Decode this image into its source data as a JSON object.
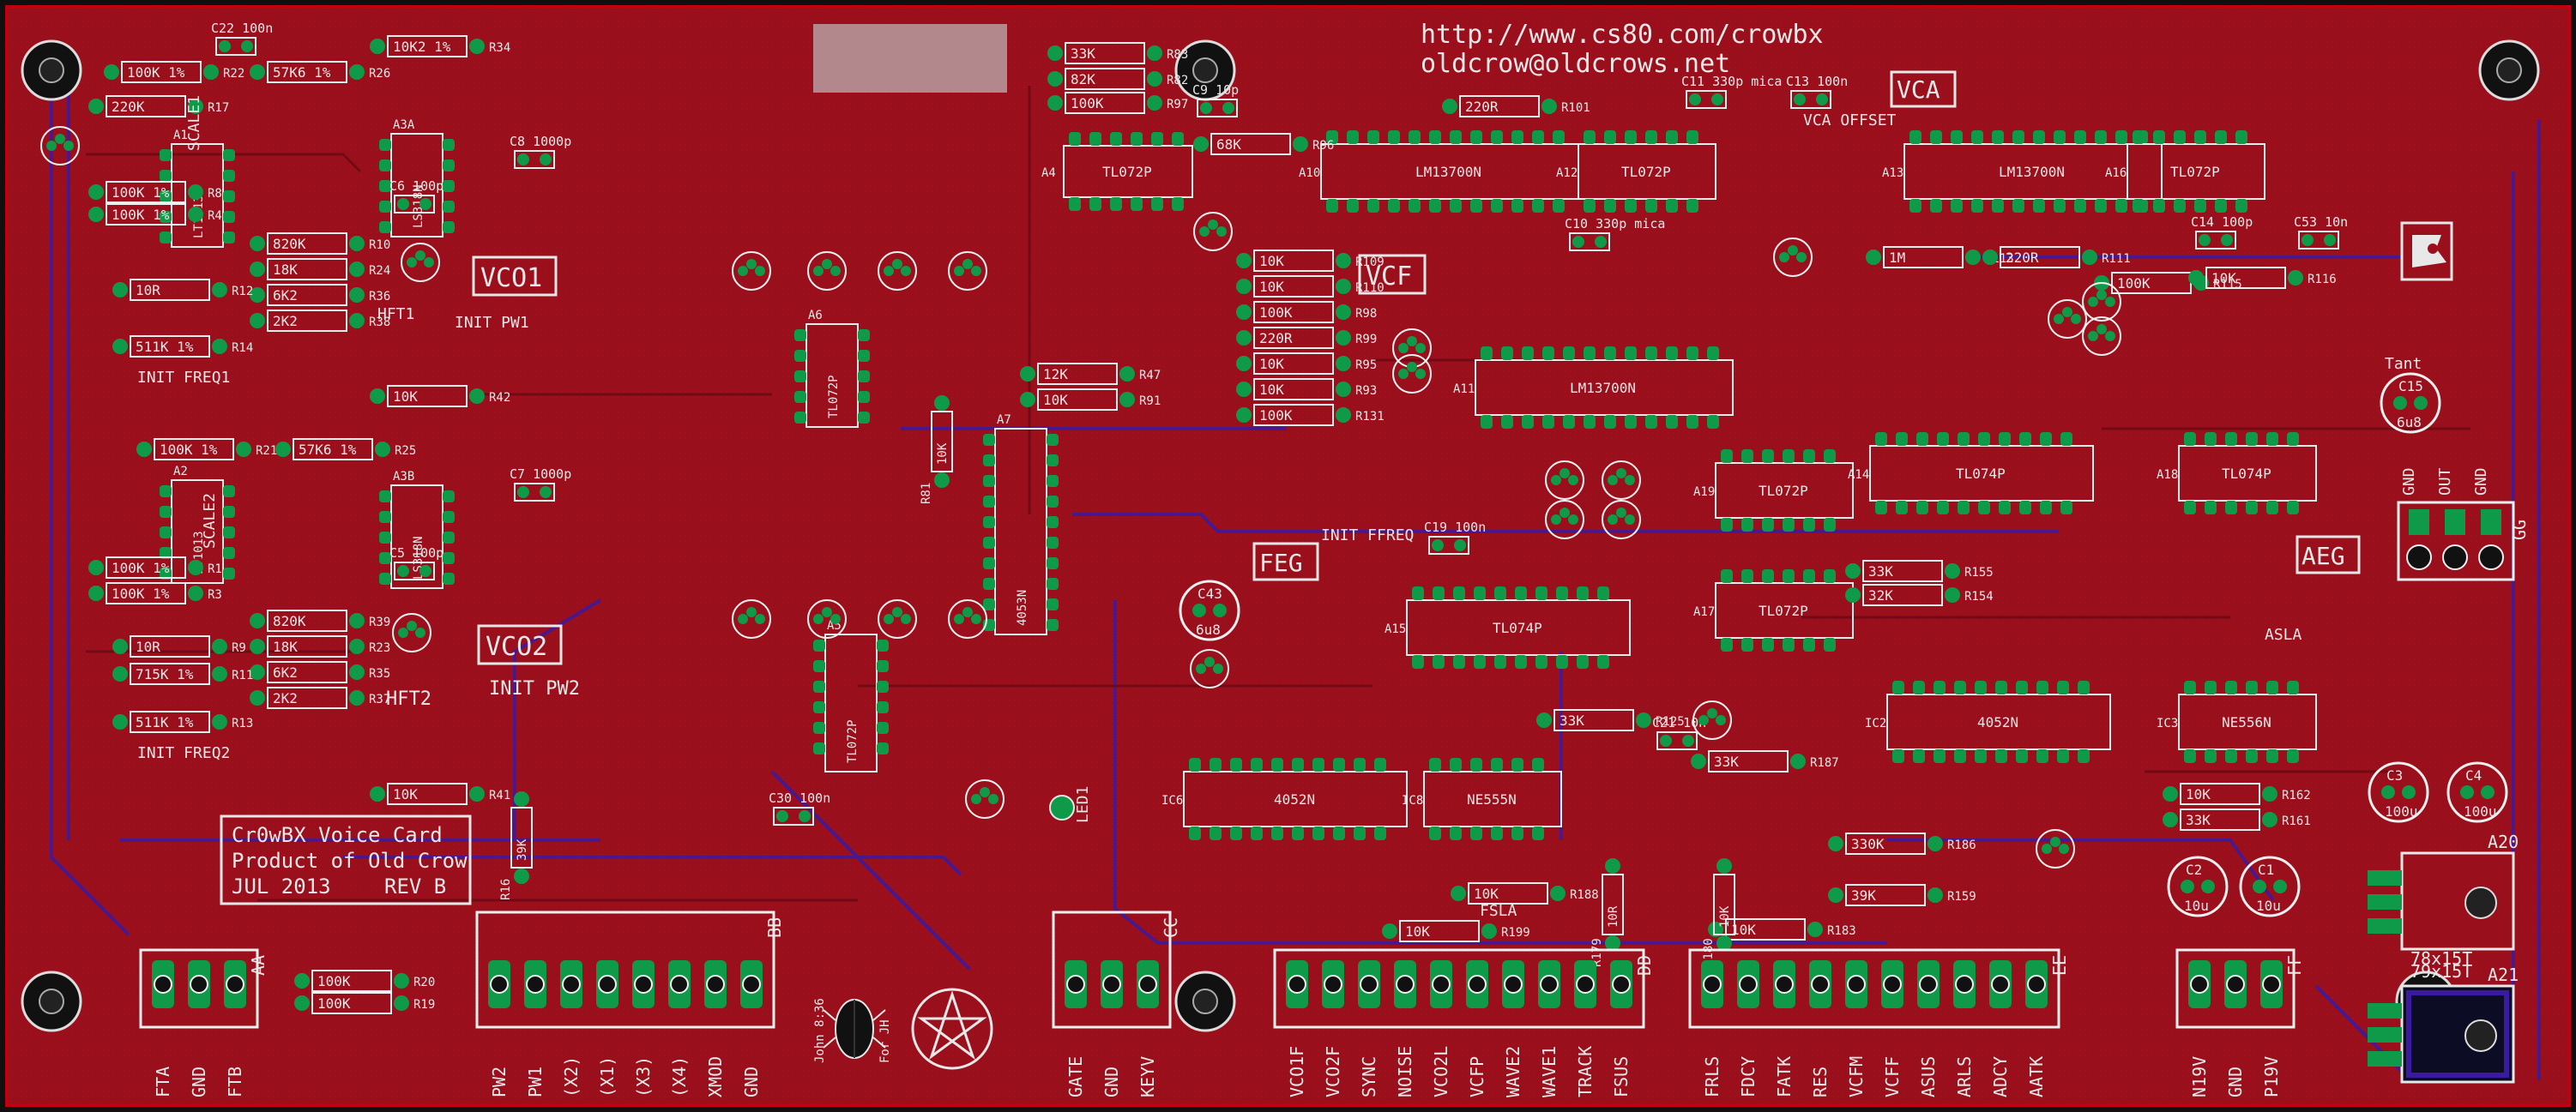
{
  "colors": {
    "board": "#9a0f1c",
    "board_edge": "#b8000d",
    "trace_top": "#8a1020",
    "trace_bottom": "#3a1aa0",
    "pad": "#0f9a4a",
    "silk": "#e8e8e8",
    "outline": "#f0f0f0",
    "placeholder": "#b3888c"
  },
  "header": {
    "url": "http://www.cs80.com/crowbx",
    "email": "oldcrow@oldcrows.net"
  },
  "info_box": {
    "line1": "Cr0wBX Voice Card",
    "line2": "Product of Old Crow",
    "line3_left": "JUL 2013",
    "line3_right": "REV B"
  },
  "section_labels": {
    "vco1": "VCO1",
    "vco2": "VCO2",
    "vcf": "VCF",
    "vca": "VCA",
    "feg": "FEG",
    "aeg": "AEG",
    "hft1": "HFT1",
    "hft2": "HFT2",
    "init_pw1": "INIT PW1",
    "init_pw2": "INIT PW2",
    "init_freq1": "INIT FREQ1",
    "init_freq2": "INIT FREQ2",
    "scale1": "SCALE1",
    "scale2": "SCALE2",
    "vca_offset": "VCA OFFSET",
    "init_ffreq": "INIT FFREQ",
    "fsla": "FSLA",
    "asla": "ASLA",
    "tant": "Tant",
    "led1": "LED1",
    "john": "John 8:36",
    "for_jh": "For JH"
  },
  "connectors": {
    "AA": {
      "name": "AA",
      "pins": [
        "FTA",
        "GND",
        "FTB"
      ]
    },
    "BB": {
      "name": "BB",
      "pins": [
        "PW2",
        "PW1",
        "(X2)",
        "(X1)",
        "(X3)",
        "(X4)",
        "XMOD",
        "GND"
      ]
    },
    "CC": {
      "name": "CC",
      "pins": [
        "GATE",
        "GND",
        "KEYV"
      ]
    },
    "DD": {
      "name": "DD",
      "pins": [
        "VCO1F",
        "VCO2F",
        "SYNC",
        "NOISE",
        "VCO2L",
        "VCFP",
        "WAVE2",
        "WAVE1",
        "TRACK",
        "FSUS"
      ]
    },
    "EE": {
      "name": "EE",
      "pins": [
        "FRLS",
        "FDCY",
        "FATK",
        "RES",
        "VCFM",
        "VCFF",
        "ASUS",
        "ARLS",
        "ADCY",
        "AATK"
      ]
    },
    "FF": {
      "name": "FF",
      "pins": [
        "N19V",
        "GND",
        "P19V"
      ]
    },
    "GG": {
      "name": "GG",
      "pins": [
        "GND",
        "OUT",
        "GND"
      ]
    }
  },
  "ics": [
    {
      "ref": "A1",
      "part": "LT1013"
    },
    {
      "ref": "A2",
      "part": "LT1013"
    },
    {
      "ref": "A3A",
      "part": "LS318N"
    },
    {
      "ref": "A3B",
      "part": "LS318N"
    },
    {
      "ref": "A4",
      "part": "TL072P"
    },
    {
      "ref": "A5",
      "part": "TL072P"
    },
    {
      "ref": "A6",
      "part": "TL072P"
    },
    {
      "ref": "A7",
      "part": "4053N"
    },
    {
      "ref": "A10",
      "part": "LM13700N"
    },
    {
      "ref": "A11",
      "part": "LM13700N"
    },
    {
      "ref": "A12",
      "part": "TL072P"
    },
    {
      "ref": "A13",
      "part": "LM13700N"
    },
    {
      "ref": "A14",
      "part": "TL074P"
    },
    {
      "ref": "A15",
      "part": "TL074P"
    },
    {
      "ref": "A16",
      "part": "TL072P"
    },
    {
      "ref": "A17",
      "part": "TL072P"
    },
    {
      "ref": "A18",
      "part": "TL074P"
    },
    {
      "ref": "A19",
      "part": "TL072P"
    },
    {
      "ref": "IC2",
      "part": "4052N"
    },
    {
      "ref": "IC3",
      "part": "NE556N"
    },
    {
      "ref": "IC6",
      "part": "4052N"
    },
    {
      "ref": "IC8",
      "part": "NE555N"
    }
  ],
  "resistors": [
    {
      "ref": "R22",
      "value": "100K 1%"
    },
    {
      "ref": "R26",
      "value": "57K6 1%"
    },
    {
      "ref": "R34",
      "value": "10K2 1%"
    },
    {
      "ref": "R17",
      "value": "220K"
    },
    {
      "ref": "R8",
      "value": "100K 1%"
    },
    {
      "ref": "R4",
      "value": "100K 1%"
    },
    {
      "ref": "R10",
      "value": "820K"
    },
    {
      "ref": "R24",
      "value": "18K"
    },
    {
      "ref": "R36",
      "value": "6K2"
    },
    {
      "ref": "R38",
      "value": "2K2"
    },
    {
      "ref": "R12",
      "value": "10R"
    },
    {
      "ref": "R14",
      "value": "511K 1%"
    },
    {
      "ref": "R21",
      "value": "100K 1%"
    },
    {
      "ref": "R25",
      "value": "57K6 1%"
    },
    {
      "ref": "R1",
      "value": "100K 1%"
    },
    {
      "ref": "R3",
      "value": "100K 1%"
    },
    {
      "ref": "R39",
      "value": "820K"
    },
    {
      "ref": "R23",
      "value": "18K"
    },
    {
      "ref": "R35",
      "value": "6K2"
    },
    {
      "ref": "R37",
      "value": "2K2"
    },
    {
      "ref": "R9",
      "value": "10R"
    },
    {
      "ref": "R11",
      "value": "715K 1%"
    },
    {
      "ref": "R13",
      "value": "511K 1%"
    },
    {
      "ref": "R83",
      "value": "33K"
    },
    {
      "ref": "R82",
      "value": "82K"
    },
    {
      "ref": "R97",
      "value": "100K"
    },
    {
      "ref": "R96",
      "value": "68K"
    },
    {
      "ref": "R101",
      "value": "220R"
    },
    {
      "ref": "R109",
      "value": "10K"
    },
    {
      "ref": "R110",
      "value": "10K"
    },
    {
      "ref": "R98",
      "value": "100K"
    },
    {
      "ref": "R99",
      "value": "220R"
    },
    {
      "ref": "R95",
      "value": "10K"
    },
    {
      "ref": "R93",
      "value": "10K"
    },
    {
      "ref": "R113",
      "value": "1M"
    },
    {
      "ref": "R111",
      "value": "220R"
    },
    {
      "ref": "R115",
      "value": "100K"
    },
    {
      "ref": "R116",
      "value": "10K"
    },
    {
      "ref": "R155",
      "value": "33K"
    },
    {
      "ref": "R154",
      "value": "32K"
    },
    {
      "ref": "R125",
      "value": "33K"
    },
    {
      "ref": "R187",
      "value": "33K"
    },
    {
      "ref": "R186",
      "value": "330K"
    },
    {
      "ref": "R159",
      "value": "39K"
    },
    {
      "ref": "R162",
      "value": "10K"
    },
    {
      "ref": "R161",
      "value": "33K"
    },
    {
      "ref": "R20",
      "value": "100K"
    },
    {
      "ref": "R19",
      "value": "100K"
    },
    {
      "ref": "R16",
      "value": "39K"
    },
    {
      "ref": "R41",
      "value": "10K"
    },
    {
      "ref": "R42",
      "value": "10K"
    },
    {
      "ref": "R47",
      "value": "12K"
    },
    {
      "ref": "R91",
      "value": "10K"
    },
    {
      "ref": "R81",
      "value": "10K"
    },
    {
      "ref": "R131",
      "value": "100K"
    },
    {
      "ref": "R199",
      "value": "10K"
    },
    {
      "ref": "R188",
      "value": "10K"
    },
    {
      "ref": "R179",
      "value": "10R"
    },
    {
      "ref": "R183",
      "value": "10K"
    },
    {
      "ref": "R180",
      "value": "10K"
    }
  ],
  "capacitors": [
    {
      "ref": "C22",
      "value": "100n"
    },
    {
      "ref": "C9",
      "value": "10p"
    },
    {
      "ref": "C11",
      "value": "330p mica"
    },
    {
      "ref": "C13",
      "value": "100n"
    },
    {
      "ref": "C10",
      "value": "330p mica"
    },
    {
      "ref": "C14",
      "value": "100p"
    },
    {
      "ref": "C53",
      "value": "10n"
    },
    {
      "ref": "C15",
      "value": "6u8"
    },
    {
      "ref": "C19",
      "value": "100n"
    },
    {
      "ref": "C43",
      "value": "6u8"
    },
    {
      "ref": "C8",
      "value": "1000p"
    },
    {
      "ref": "C7",
      "value": "1000p"
    },
    {
      "ref": "C6",
      "value": "100p"
    },
    {
      "ref": "C5",
      "value": "100p"
    },
    {
      "ref": "C1",
      "value": "10u"
    },
    {
      "ref": "C2",
      "value": "10u"
    },
    {
      "ref": "C3",
      "value": "100u"
    },
    {
      "ref": "C4",
      "value": "100u"
    },
    {
      "ref": "C30",
      "value": "100n"
    },
    {
      "ref": "C21",
      "value": "10n"
    }
  ],
  "regulators": [
    {
      "ref": "A20",
      "part": "78x15T"
    },
    {
      "ref": "A21",
      "part": "79x15T"
    }
  ]
}
